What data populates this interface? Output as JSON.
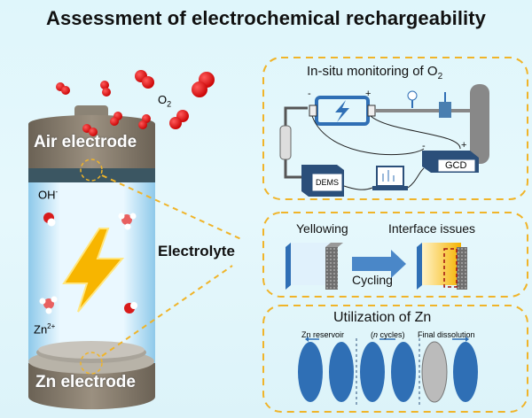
{
  "title": "Assessment of electrochemical rechargeability",
  "battery": {
    "top_label": "Air electrode",
    "bottom_label": "Zn electrode",
    "species": {
      "o2": "O",
      "o2_sub": "2",
      "oh": "OH",
      "oh_sup": "-",
      "zn": "Zn",
      "zn_sup": "2+"
    }
  },
  "center_label": "Electrolyte",
  "panels": [
    {
      "title": "In-situ monitoring of O",
      "title_sub": "2",
      "labels": {
        "minus": "-",
        "plus": "+",
        "gcd": "GCD",
        "dems": "DEMS"
      }
    },
    {
      "left_label": "Yellowing",
      "right_label": "Interface issues",
      "arrow_label": "Cycling"
    },
    {
      "title": "Utilization of Zn",
      "labels": {
        "reservoir": "Zn reservoir",
        "n": "n",
        "cycles": " cycles)",
        "open": "(",
        "final": "Final dissolution"
      }
    }
  ],
  "colors": {
    "accent_dash": "#f0b429",
    "blue": "#2f6fb5",
    "dark_blue": "#2b4f7a",
    "electrode": "#7d7263",
    "bolt": "#f7b500",
    "o2_red": "#e01010"
  }
}
